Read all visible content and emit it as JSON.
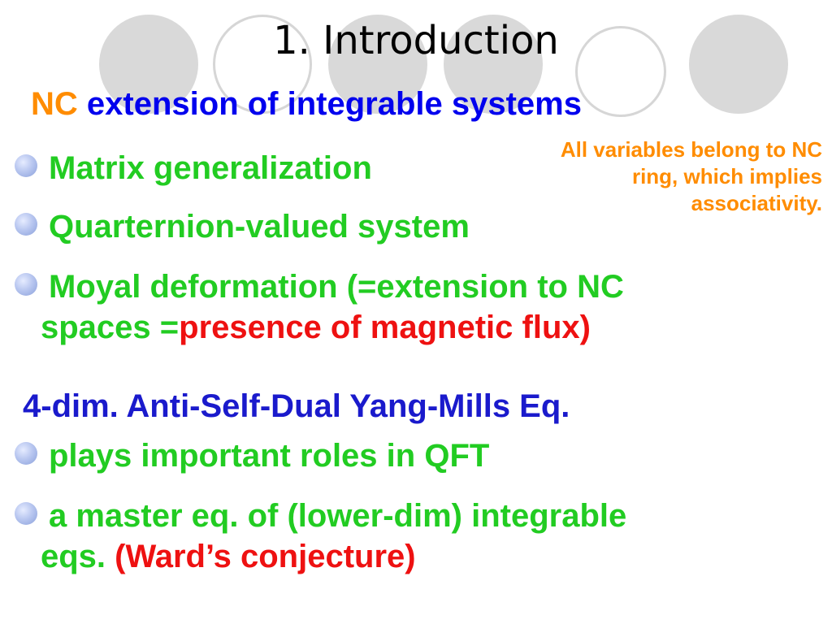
{
  "title": "1. Introduction",
  "heading": {
    "prefix": "NC",
    "text": "extension of integrable systems"
  },
  "note": {
    "text": "All variables belong to NC ring, which implies associativity."
  },
  "bullets": [
    {
      "text": "Matrix generalization"
    },
    {
      "text": "Quarternion-valued system"
    },
    {
      "line1": "Moyal deformation (=extension to NC",
      "line2_pre": "spaces =",
      "line2_red": "presence of magnetic flux",
      "line2_post": ")"
    }
  ],
  "subheading": "4-dim. Anti-Self-Dual Yang-Mills Eq.",
  "bullets2": [
    {
      "text": "plays important roles in QFT"
    },
    {
      "line1": "a master eq. of (lower-dim) integrable",
      "line2_pre": "eqs. ",
      "line2_red": "(Ward’s conjecture)"
    }
  ],
  "colors": {
    "nc": "#ff8c00",
    "heading": "#0000ee",
    "bullet_text": "#22cc22",
    "highlight": "#ee1111",
    "subheading": "#1a1acc"
  }
}
